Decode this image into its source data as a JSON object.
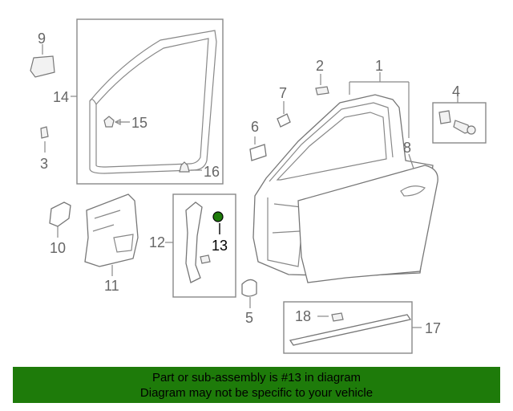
{
  "callouts": {
    "c1": "1",
    "c2": "2",
    "c3": "3",
    "c4": "4",
    "c5": "5",
    "c6": "6",
    "c7": "7",
    "c8": "8",
    "c9": "9",
    "c10": "10",
    "c11": "11",
    "c12": "12",
    "c13": "13",
    "c14": "14",
    "c15": "15",
    "c16": "16",
    "c17": "17",
    "c18": "18"
  },
  "highlight": {
    "part_number": "13",
    "color": "#1e7b0a"
  },
  "footer": {
    "line1": "Part or sub-assembly is #13 in diagram",
    "line2": "Diagram may not be specific to your vehicle",
    "background": "#1e7b0a"
  }
}
